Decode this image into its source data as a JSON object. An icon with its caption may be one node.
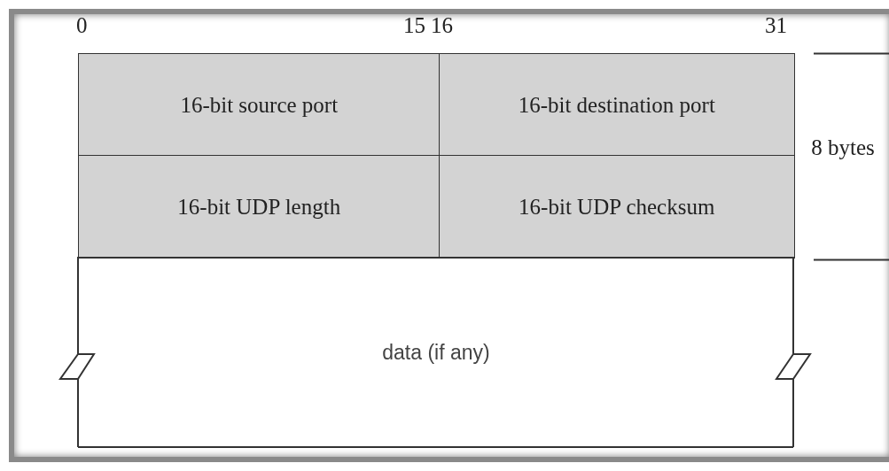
{
  "diagram": {
    "nodes": [
      {
        "text": [
          "16-bit source port"
        ]
      },
      {
        "text": [
          "16-bit destination port"
        ]
      },
      {
        "text": [
          "16-bit UDP length"
        ]
      },
      {
        "text": [
          "16-bit UDP checksum"
        ]
      },
      {
        "text": [
          "data (if any)"
        ]
      }
    ],
    "labels": [
      "0",
      "15",
      "16",
      "31",
      "8 bytes"
    ]
  }
}
